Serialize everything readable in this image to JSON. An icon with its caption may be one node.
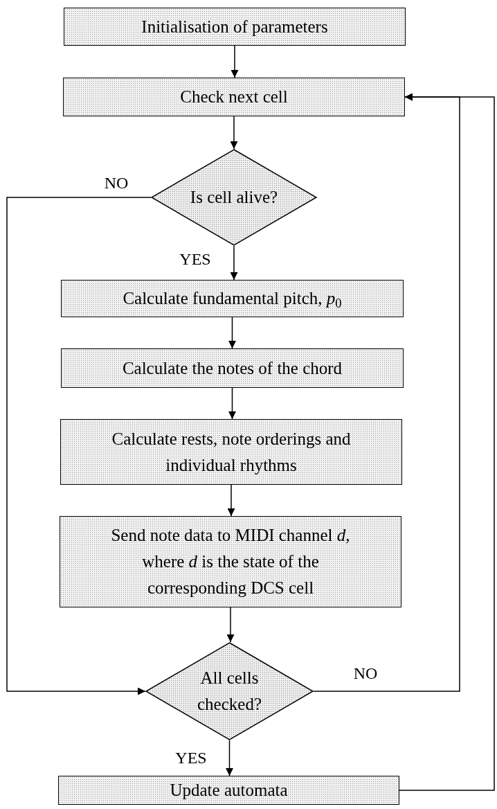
{
  "diagram": {
    "nodes": [
      {
        "text": [
          "Initialisation of parameters"
        ]
      },
      {
        "text": [
          "Check next cell"
        ]
      },
      {
        "text": [
          "Is cell alive?"
        ]
      },
      {
        "text": [
          "Calculate fundamental pitch, *p*$_{0}$"
        ]
      },
      {
        "text": [
          "Calculate the notes of the chord"
        ]
      },
      {
        "text": [
          "Calculate rests, note orderings and individual rhythms"
        ]
      },
      {
        "text": [
          "Send note data to MIDI channel *d*, where *d* is the state of the corresponding DCS cell"
        ]
      },
      {
        "text": [
          "All cells checked?"
        ]
      },
      {
        "text": [
          "Update automata"
        ]
      }
    ],
    "edges": [
      {
        "from": 0,
        "to": 1,
        "arrow": "to"
      },
      {
        "from": 1,
        "to": 2,
        "arrow": "to"
      },
      {
        "from": 2,
        "to": 3,
        "arrow": "to",
        "label": "YES"
      },
      {
        "from": 3,
        "to": 4,
        "arrow": "to"
      },
      {
        "from": 4,
        "to": 5,
        "arrow": "to"
      },
      {
        "from": 5,
        "to": 6,
        "arrow": "to"
      },
      {
        "from": 6,
        "to": 7,
        "arrow": "to"
      },
      {
        "from": 2,
        "to": 7,
        "arrow": "to",
        "label": "NO"
      },
      {
        "from": 7,
        "to": 1,
        "arrow": "to",
        "label": "NO"
      },
      {
        "from": 7,
        "to": 8,
        "arrow": "to",
        "label": "YES"
      },
      {
        "from": 8,
        "to": 1,
        "arrow": "to"
      }
    ]
  }
}
